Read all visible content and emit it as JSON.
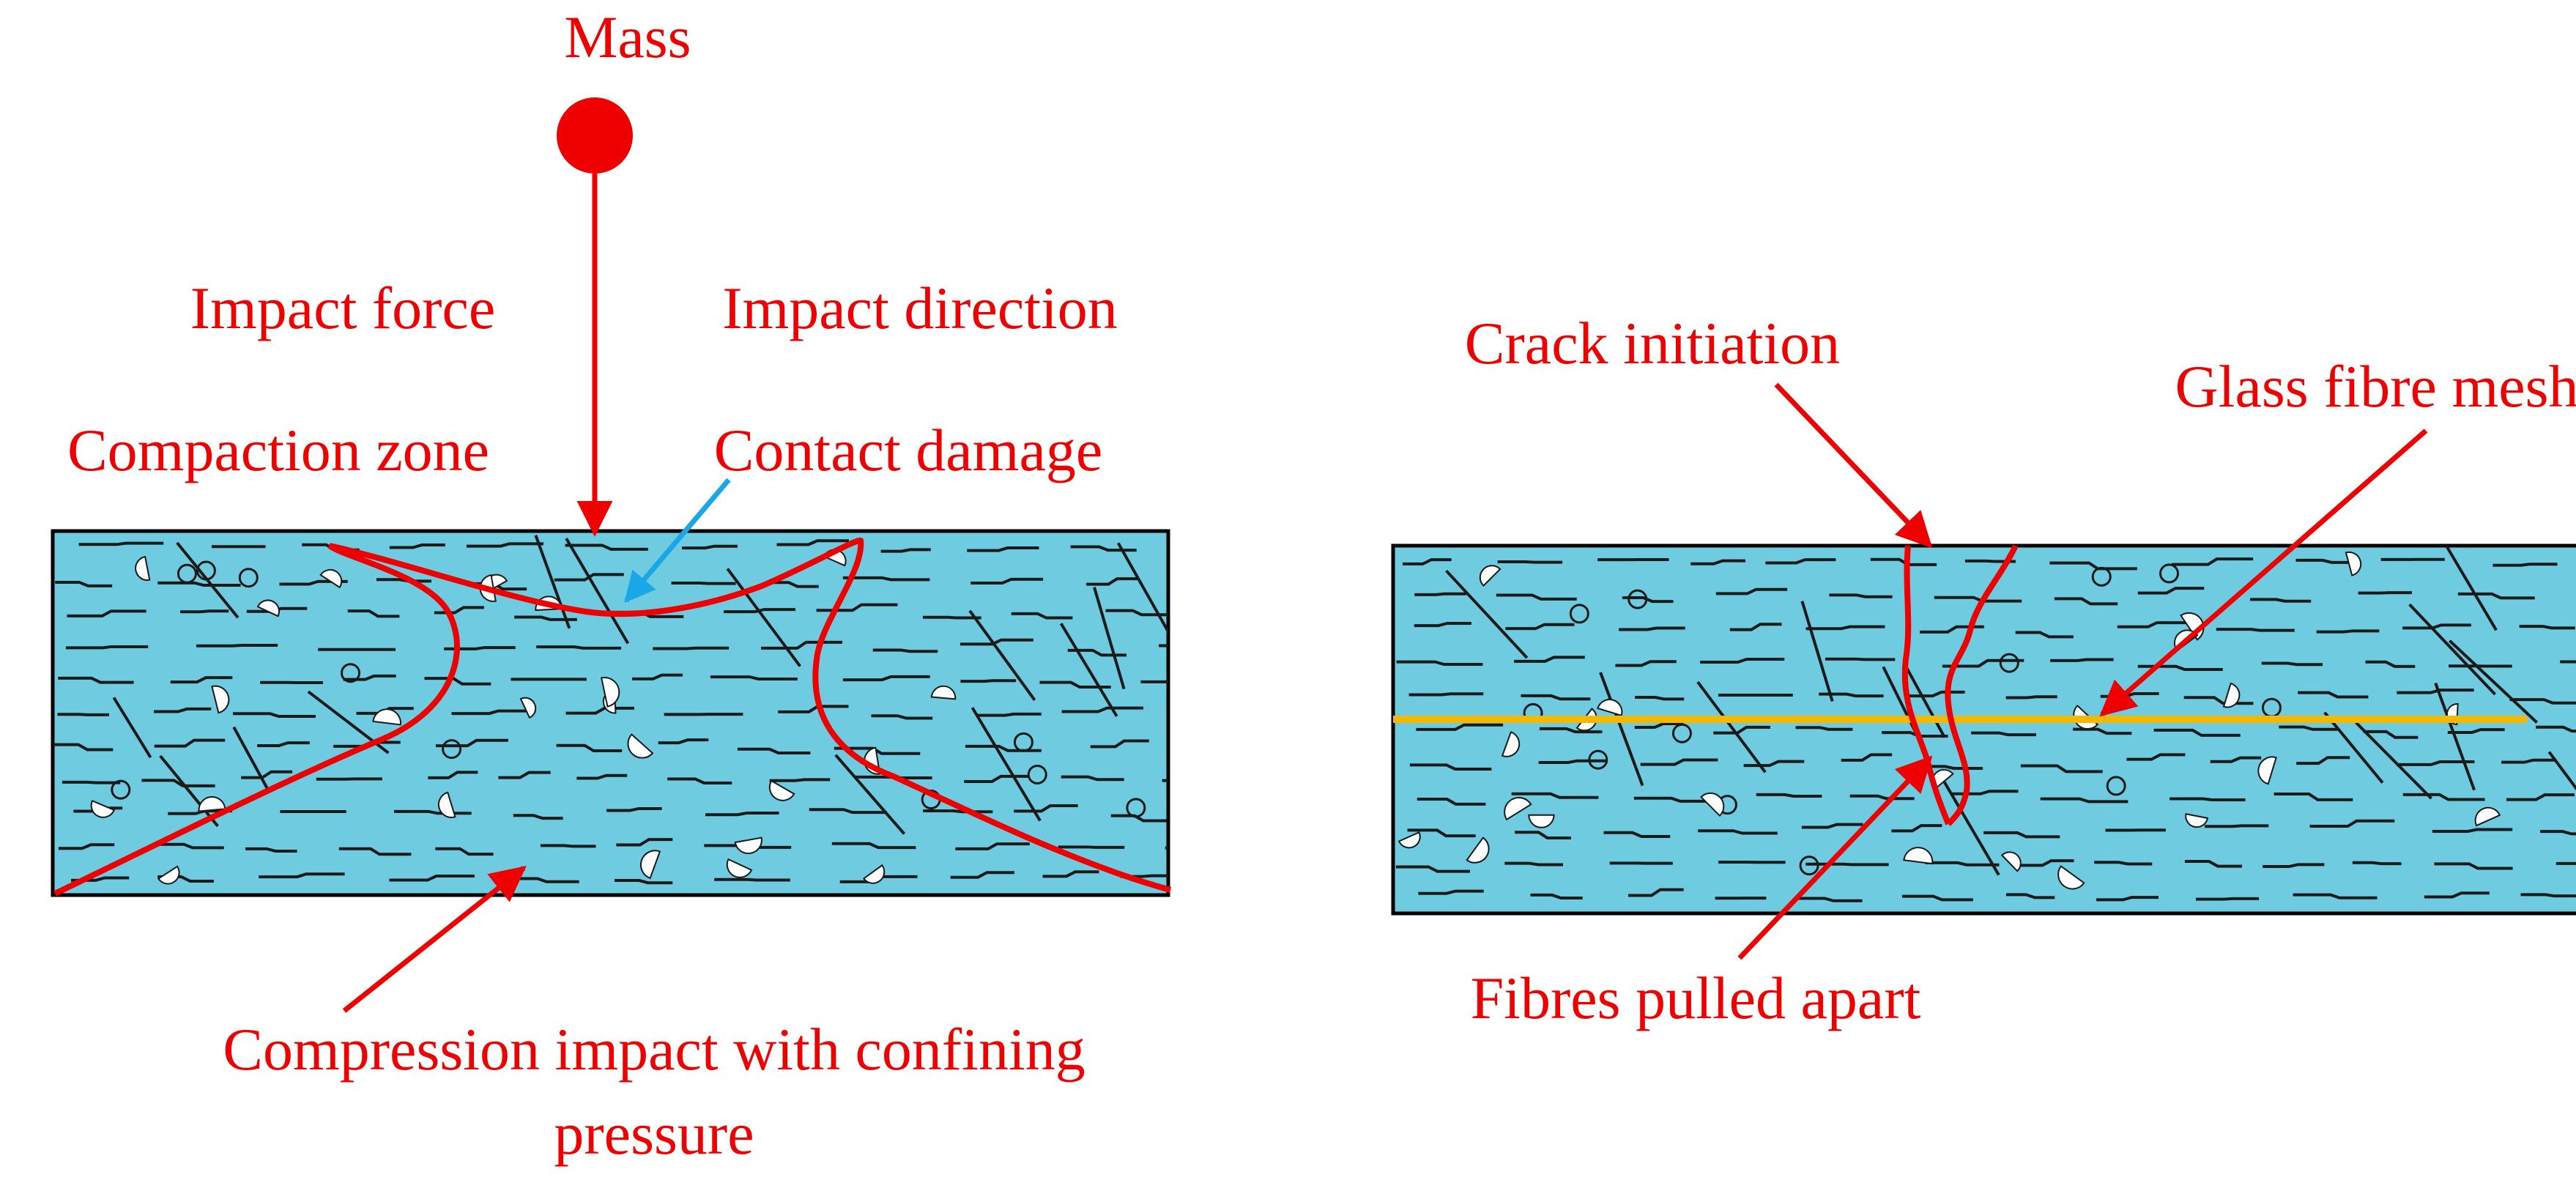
{
  "colors": {
    "annotation": "#ee0000",
    "contact_arrow": "#1aa7e8",
    "block_fill": "#6fcbe0",
    "block_stroke": "#000000",
    "fibre": "#1a1a1a",
    "mesh": "#f5b800",
    "aggregate": "#ffffff"
  },
  "left_panel": {
    "mass_label": "Mass",
    "impact_force_label": "Impact force",
    "impact_direction_label": "Impact direction",
    "compaction_zone_label": "Compaction zone",
    "contact_damage_label": "Contact damage",
    "compression_label_line1": "Compression impact with confining",
    "compression_label_line2": "pressure"
  },
  "right_panel": {
    "crack_initiation_label": "Crack initiation",
    "glass_fibre_mesh_label": "Glass fibre mesh",
    "fibres_pulled_apart_label": "Fibres pulled apart"
  }
}
